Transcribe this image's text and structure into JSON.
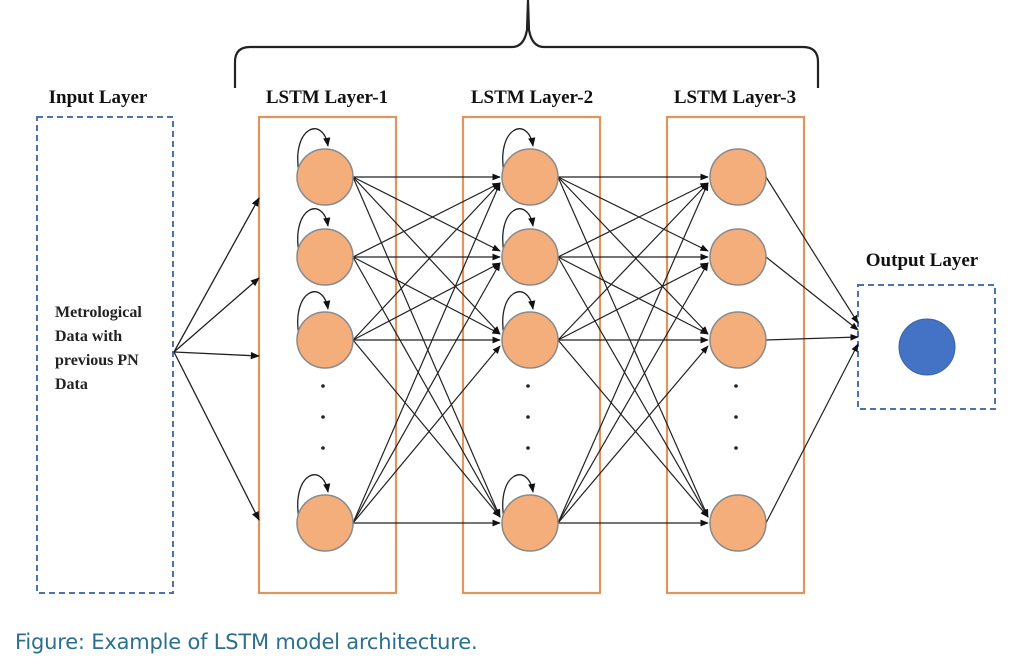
{
  "diagram": {
    "title": "LSTM model architecture",
    "input_layer": {
      "label": "Input Layer",
      "text_lines": [
        "Metrological",
        "Data with",
        "previous PN",
        "Data"
      ]
    },
    "lstm_layers": [
      {
        "label": "LSTM Layer-1",
        "visible_nodes": 4,
        "self_loops": true,
        "ellipsis": true
      },
      {
        "label": "LSTM Layer-2",
        "visible_nodes": 4,
        "self_loops": true,
        "ellipsis": true
      },
      {
        "label": "LSTM Layer-3",
        "visible_nodes": 4,
        "self_loops": false,
        "ellipsis": true
      }
    ],
    "output_layer": {
      "label": "Output Layer",
      "nodes": 1
    },
    "connections": "fully-connected between adjacent layers",
    "colors": {
      "lstm_node": "#f4ae7c",
      "lstm_box": "#e0955c",
      "io_box": "#4a72b0",
      "output_node": "#4472c4",
      "caption": "#2b6f8e"
    }
  },
  "caption": "Figure: Example of LSTM model architecture."
}
